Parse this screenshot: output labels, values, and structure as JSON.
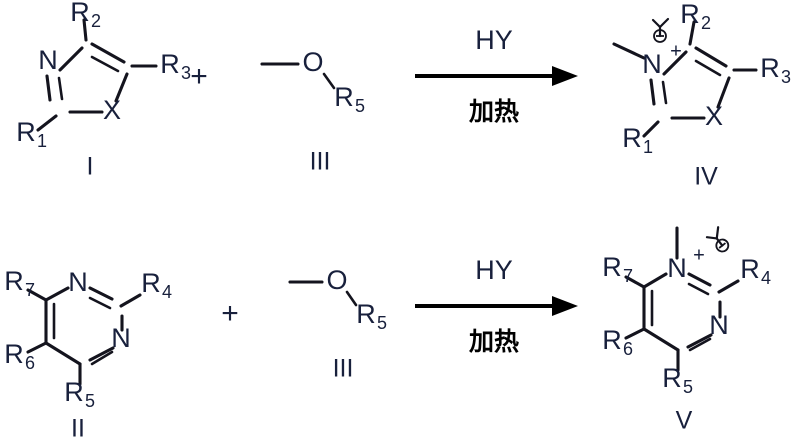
{
  "scheme": {
    "title": "Chemical reaction scheme",
    "background_color": "#ffffff",
    "atom_color": "#18203c",
    "bond_color": "#14141e"
  },
  "reactions": [
    {
      "id": "reaction-1",
      "reactant_a": {
        "label": "I",
        "ring_type": "azole",
        "atoms": [
          "N",
          "X"
        ],
        "substituents": [
          {
            "name": "R1",
            "base": "R",
            "sub": "1"
          },
          {
            "name": "R2",
            "base": "R",
            "sub": "2"
          },
          {
            "name": "R3",
            "base": "R",
            "sub": "3"
          }
        ]
      },
      "plus": "+",
      "reactant_b": {
        "label": "III",
        "atoms": [
          "O"
        ],
        "substituents": [
          {
            "name": "R5",
            "base": "R",
            "sub": "5"
          }
        ]
      },
      "arrow": {
        "above": "HY",
        "below": "加热"
      },
      "product": {
        "label": "IV",
        "ring_type": "azolium",
        "atoms": [
          "N",
          "X"
        ],
        "charge": "+",
        "counter_ion": "Y",
        "counter_ion_charge": "−",
        "substituents": [
          {
            "name": "R1",
            "base": "R",
            "sub": "1"
          },
          {
            "name": "R2",
            "base": "R",
            "sub": "2"
          },
          {
            "name": "R3",
            "base": "R",
            "sub": "3"
          }
        ]
      }
    },
    {
      "id": "reaction-2",
      "reactant_a": {
        "label": "II",
        "ring_type": "pyrimidine",
        "atoms": [
          "N",
          "N"
        ],
        "substituents": [
          {
            "name": "R4",
            "base": "R",
            "sub": "4"
          },
          {
            "name": "R5",
            "base": "R",
            "sub": "5"
          },
          {
            "name": "R6",
            "base": "R",
            "sub": "6"
          },
          {
            "name": "R7",
            "base": "R",
            "sub": "7"
          }
        ]
      },
      "plus": "+",
      "reactant_b": {
        "label": "III",
        "atoms": [
          "O"
        ],
        "substituents": [
          {
            "name": "R5",
            "base": "R",
            "sub": "5"
          }
        ]
      },
      "arrow": {
        "above": "HY",
        "below": "加热"
      },
      "product": {
        "label": "V",
        "ring_type": "pyrimidinium",
        "atoms": [
          "N",
          "N"
        ],
        "charge": "+",
        "counter_ion": "Y",
        "counter_ion_charge": "−",
        "substituents": [
          {
            "name": "R4",
            "base": "R",
            "sub": "4"
          },
          {
            "name": "R5",
            "base": "R",
            "sub": "5"
          },
          {
            "name": "R6",
            "base": "R",
            "sub": "6"
          },
          {
            "name": "R7",
            "base": "R",
            "sub": "7"
          }
        ]
      }
    }
  ],
  "labels": {
    "N": "N",
    "X": "X",
    "O": "O",
    "R": "R",
    "plus": "+",
    "charge_plus": "+",
    "roman_1": "I",
    "roman_2": "II",
    "roman_3": "III",
    "roman_4": "IV",
    "roman_5": "V",
    "sub_1": "1",
    "sub_2": "2",
    "sub_3": "3",
    "sub_4": "4",
    "sub_5": "5",
    "sub_6": "6",
    "sub_7": "7",
    "reagent_hy": "HY",
    "condition_heat": "加热"
  }
}
